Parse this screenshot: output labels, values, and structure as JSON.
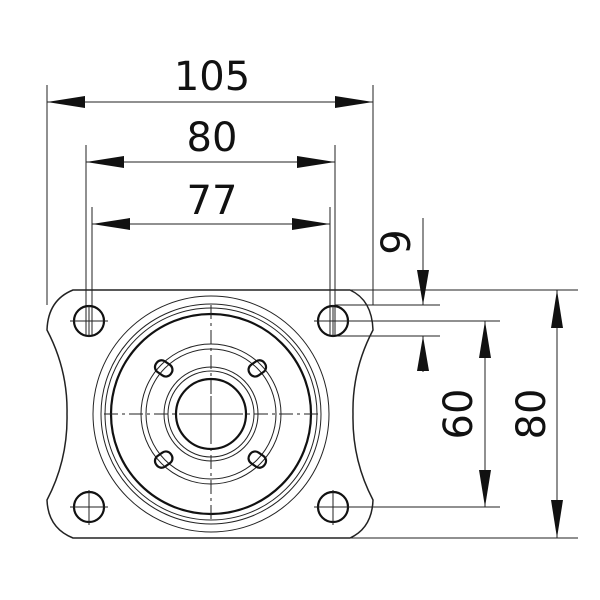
{
  "drawing": {
    "dimensions": {
      "overall_width": "105",
      "hole_spacing_outer": "80",
      "hole_spacing_inner": "77",
      "hole_diameter": "9",
      "hole_spacing_vertical": "60",
      "overall_height": "80"
    },
    "line_color": "#111111"
  }
}
